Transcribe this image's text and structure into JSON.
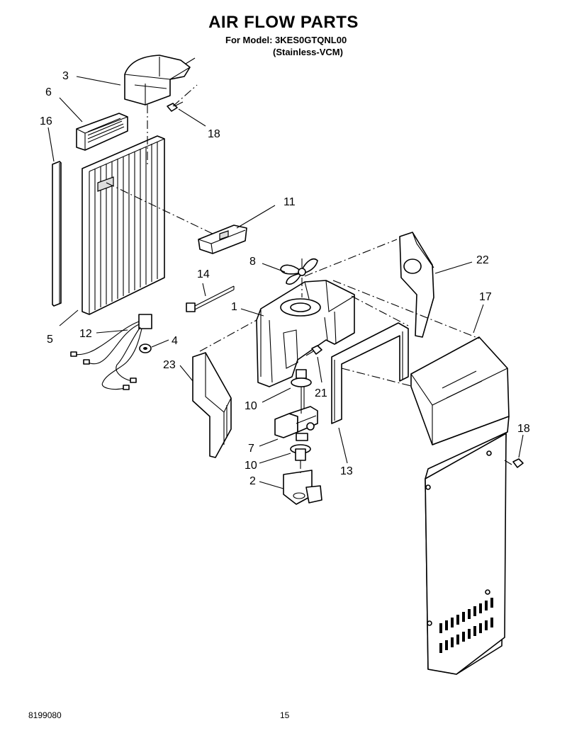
{
  "header": {
    "title": "AIR FLOW PARTS",
    "model_line": "For Model: 3KES0GTQNL00",
    "finish_line": "(Stainless-VCM)"
  },
  "callouts": {
    "c3": "3",
    "c6": "6",
    "c16": "16",
    "c18a": "18",
    "c11": "11",
    "c8": "8",
    "c22": "22",
    "c14": "14",
    "c1": "1",
    "c17": "17",
    "c5": "5",
    "c12": "12",
    "c4": "4",
    "c23": "23",
    "c21": "21",
    "c10a": "10",
    "c7": "7",
    "c10b": "10",
    "c13": "13",
    "c18b": "18",
    "c2": "2"
  },
  "footer": {
    "doc_number": "8199080",
    "page_number": "15"
  }
}
